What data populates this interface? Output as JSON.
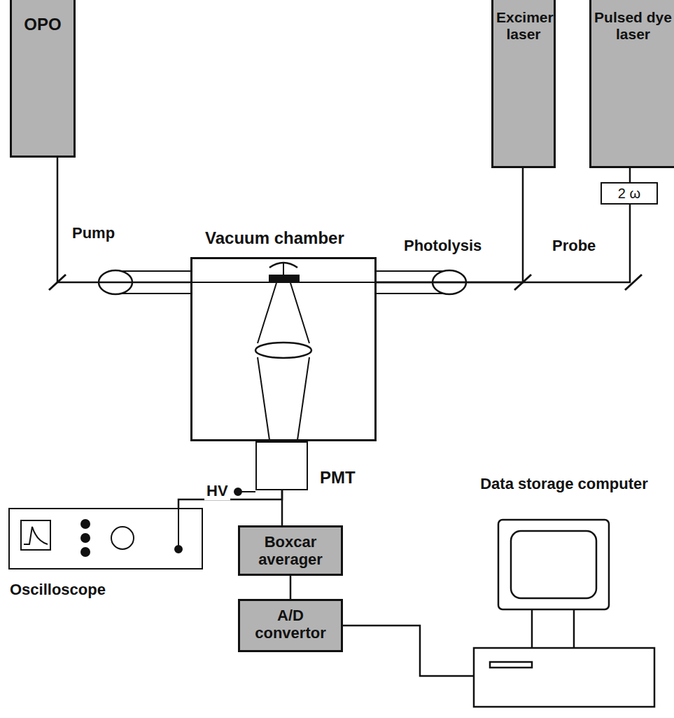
{
  "diagram": {
    "nodes": [
      {
        "text": [
          "OPO"
        ]
      },
      {
        "text": [
          "Excimer laser"
        ]
      },
      {
        "text": [
          "Pulsed dye laser"
        ]
      },
      {
        "text": [
          "2 ω"
        ]
      },
      {
        "text": [
          "Vacuum chamber"
        ]
      },
      {
        "text": [
          "PMT"
        ]
      },
      {
        "text": [
          "Oscilloscope"
        ]
      },
      {
        "text": [
          "Boxcar averager"
        ]
      },
      {
        "text": [
          "A/D convertor"
        ]
      },
      {
        "text": [
          "Data storage computer"
        ]
      }
    ],
    "edges": [
      {
        "from": 0,
        "to": 4,
        "label": "Pump",
        "arrow": "none"
      },
      {
        "from": 1,
        "to": 4,
        "label": "Photolysis",
        "arrow": "none"
      },
      {
        "from": 2,
        "to": 3,
        "arrow": "none"
      },
      {
        "from": 3,
        "to": 4,
        "label": "Probe",
        "arrow": "none"
      },
      {
        "from": 5,
        "to": 7,
        "arrow": "none"
      },
      {
        "from": 5,
        "to": 6,
        "arrow": "none"
      },
      {
        "from": 7,
        "to": 8,
        "arrow": "none"
      },
      {
        "from": 8,
        "to": 9,
        "arrow": "none"
      }
    ],
    "labels": [
      "HV"
    ]
  }
}
